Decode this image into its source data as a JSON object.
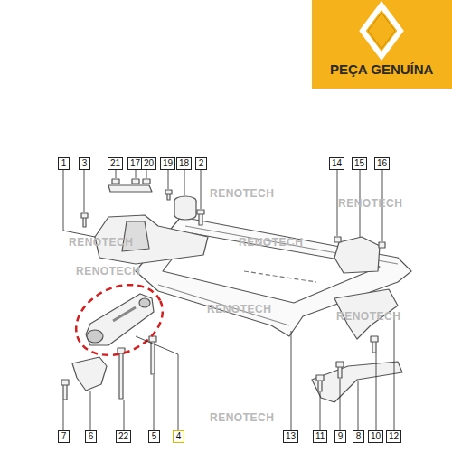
{
  "diagram": {
    "nodes": [
      {
        "text": [
          "PEÇA GENUÍNA"
        ]
      }
    ],
    "labels": [
      "RENOTECH",
      "RENOTECH",
      "RENOTECH",
      "RENOTECH",
      "RENOTECH",
      "RENOTECH",
      "RENOTECH",
      "RENOTECH",
      "1",
      "3",
      "21",
      "17",
      "20",
      "19",
      "18",
      "2",
      "14",
      "15",
      "16",
      "7",
      "6",
      "22",
      "5",
      "4",
      "13",
      "11",
      "9",
      "8",
      "10",
      "12"
    ]
  }
}
